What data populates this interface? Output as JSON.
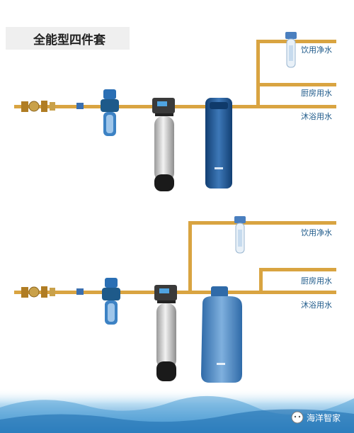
{
  "title": "全能型四件套",
  "upper": {
    "outputs": {
      "drinking": "饮用净水",
      "kitchen": "厨房用水",
      "bath": "沐浴用水"
    }
  },
  "lower": {
    "outputs": {
      "drinking": "饮用净水",
      "kitchen": "厨房用水",
      "bath": "沐浴用水"
    }
  },
  "watermark": "海洋智家",
  "colors": {
    "pipe": "#d9a441",
    "pipe_dark": "#b07d24",
    "tank_gray": "#c9c9c9",
    "tank_dark": "#2b2b2b",
    "brine_blue": "#1d5b9e",
    "brine_light": "#4b86c4",
    "label_blue": "#1e5a8a",
    "water": "#4f9fd6"
  },
  "icons": [
    "water-meter-icon",
    "pre-filter-icon",
    "softener-tank-icon",
    "brine-tank-icon",
    "purifier-icon",
    "wechat-icon"
  ]
}
